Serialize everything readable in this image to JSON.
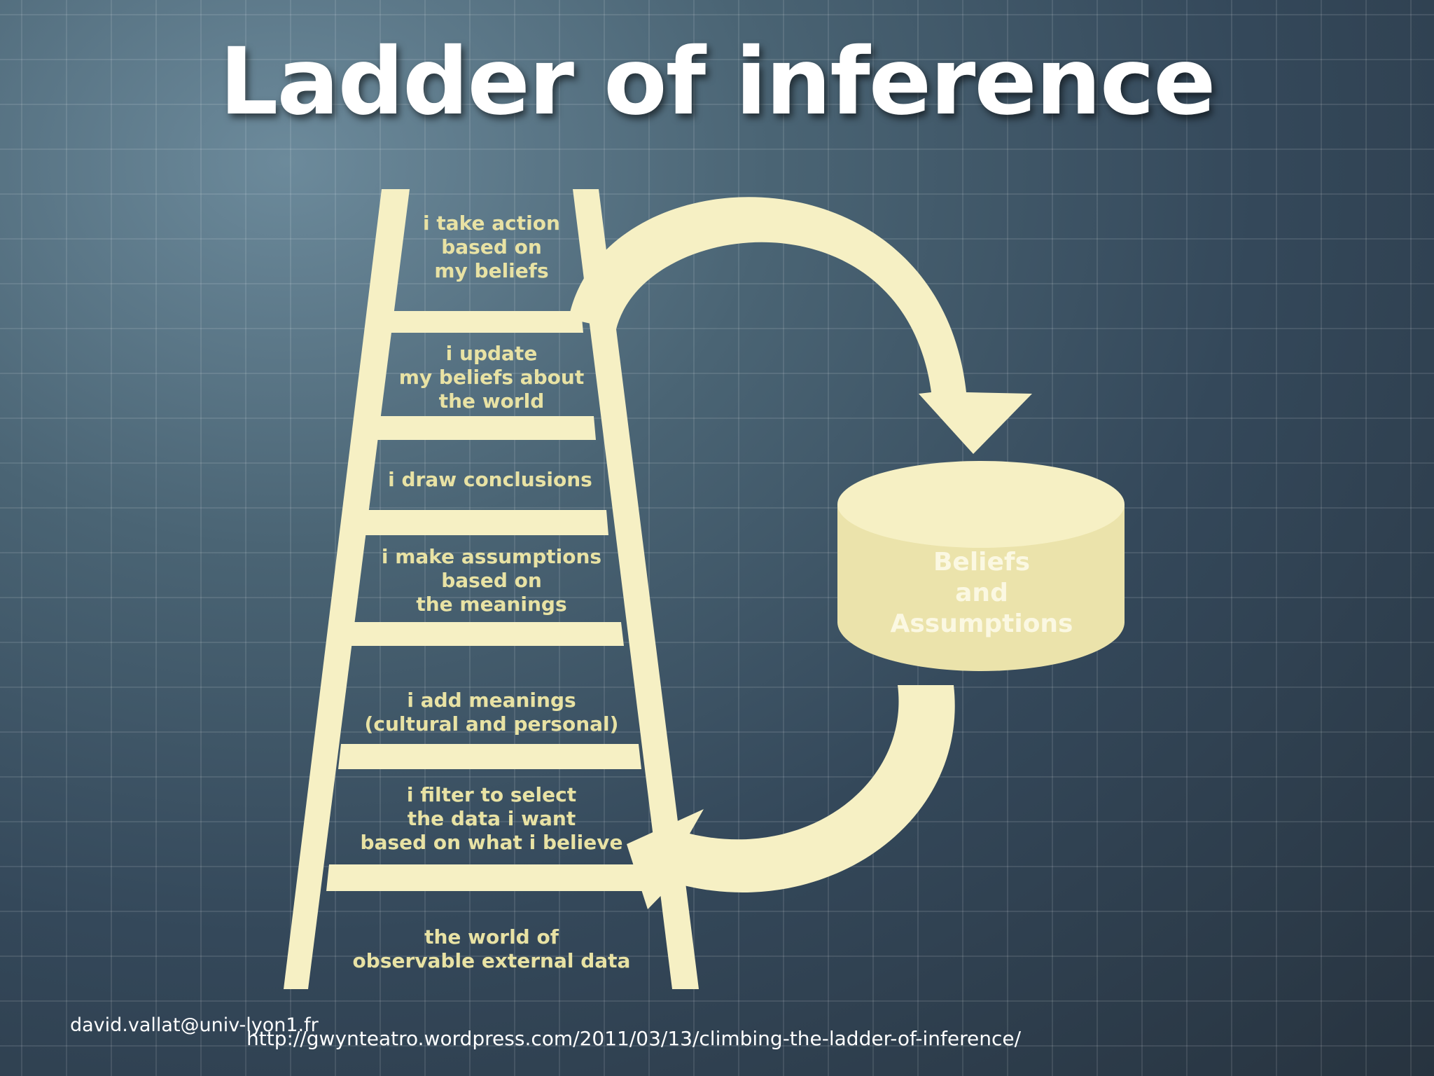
{
  "slide": {
    "title": "Ladder of inference",
    "email": "david.vallat@univ-lyon1.fr",
    "source_url": "http://gwynteatro.wordpress.com/2011/03/13/climbing-the-ladder-of-inference/"
  },
  "ladder": {
    "steps": [
      {
        "lines": [
          "i take action",
          "based on",
          "my beliefs"
        ]
      },
      {
        "lines": [
          "i update",
          "my beliefs about",
          "the world"
        ]
      },
      {
        "lines": [
          "i draw conclusions"
        ]
      },
      {
        "lines": [
          "i make assumptions",
          "based on",
          "the meanings"
        ]
      },
      {
        "lines": [
          "i add meanings",
          "(cultural and personal)"
        ]
      },
      {
        "lines": [
          "i filter to select",
          "the data i want",
          "based on what i believe"
        ]
      },
      {
        "lines": [
          "the world of",
          "observable external data"
        ]
      }
    ]
  },
  "cylinder": {
    "lines": [
      "Beliefs",
      "and",
      "Assumptions"
    ]
  },
  "colors": {
    "diagram_fill": "#f6f0c4",
    "ladder_text": "#e8e2a4",
    "cylinder_text": "#fbf8e2",
    "title_text": "#ffffff"
  }
}
